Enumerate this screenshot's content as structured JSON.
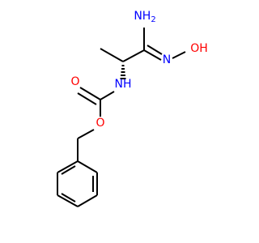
{
  "molecule": {
    "atoms": {
      "amine": {
        "label": "NH2",
        "color": "#0000ff"
      },
      "imine_n": {
        "label": "N",
        "color": "#0000ff"
      },
      "hydroxyl": {
        "label": "OH",
        "color": "#ff0000"
      },
      "nh": {
        "label": "NH",
        "color": "#0000ff"
      },
      "carbonyl_o": {
        "label": "O",
        "color": "#ff0000"
      },
      "ester_o": {
        "label": "O",
        "color": "#ff0000"
      }
    },
    "stereo": {
      "type": "hashed-wedge",
      "center": "alpha-carbon"
    },
    "bond_color": "#000000"
  }
}
